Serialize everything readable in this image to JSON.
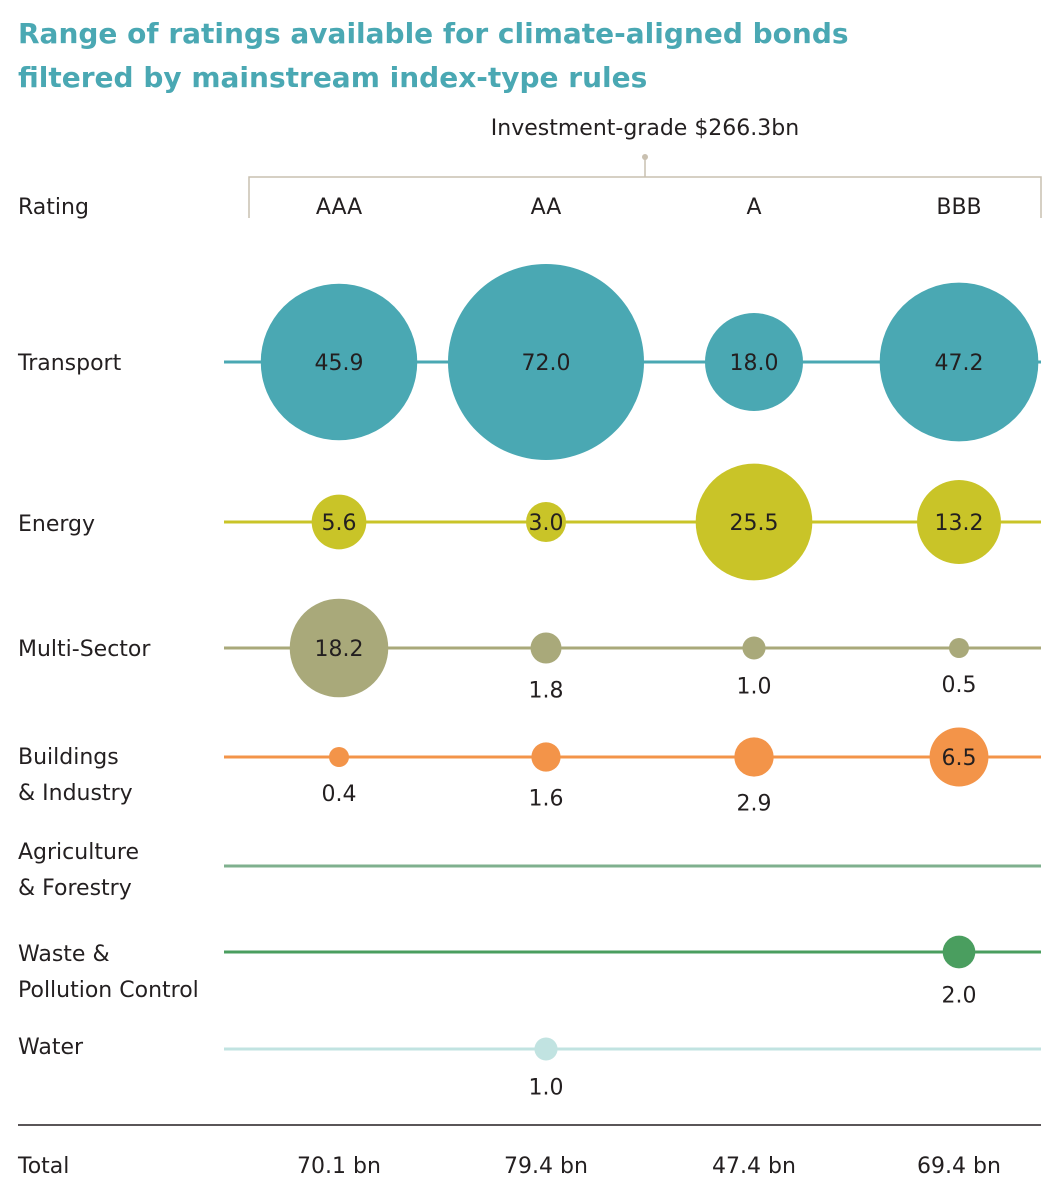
{
  "chart_data": {
    "type": "bubble",
    "title_lines": [
      "Range of ratings available for climate-aligned bonds",
      "filtered by mainstream index-type rules"
    ],
    "bracket_label": "Investment-grade $266.3bn",
    "row_header": "Rating",
    "categories": [
      "AAA",
      "AA",
      "A",
      "BBB"
    ],
    "series": [
      {
        "name": "Transport",
        "label_lines": [
          "Transport"
        ],
        "color": "#4aa8b3",
        "values": [
          45.9,
          72.0,
          18.0,
          47.2
        ],
        "value_labels": [
          "45.9",
          "72.0",
          "18.0",
          "47.2"
        ]
      },
      {
        "name": "Energy",
        "label_lines": [
          "Energy"
        ],
        "color": "#c9c428",
        "values": [
          5.6,
          3.0,
          25.5,
          13.2
        ],
        "value_labels": [
          "5.6",
          "3.0",
          "25.5",
          "13.2"
        ]
      },
      {
        "name": "Multi-Sector",
        "label_lines": [
          "Multi-Sector"
        ],
        "color": "#a9a97a",
        "values": [
          18.2,
          1.8,
          1.0,
          0.5
        ],
        "value_labels": [
          "18.2",
          "1.8",
          "1.0",
          "0.5"
        ]
      },
      {
        "name": "Buildings & Industry",
        "label_lines": [
          "Buildings",
          "& Industry"
        ],
        "color": "#f39449",
        "values": [
          0.4,
          1.6,
          2.9,
          6.5
        ],
        "value_labels": [
          "0.4",
          "1.6",
          "2.9",
          "6.5"
        ]
      },
      {
        "name": "Agriculture & Forestry",
        "label_lines": [
          "Agriculture",
          "& Forestry"
        ],
        "color": "#7fb08e",
        "values": [
          null,
          null,
          null,
          null
        ],
        "value_labels": [
          "",
          "",
          "",
          ""
        ]
      },
      {
        "name": "Waste & Pollution Control",
        "label_lines": [
          "Waste &",
          "Pollution Control"
        ],
        "color": "#4a9e5f",
        "values": [
          null,
          null,
          null,
          2.0
        ],
        "value_labels": [
          "",
          "",
          "",
          "2.0"
        ]
      },
      {
        "name": "Water",
        "label_lines": [
          "Water"
        ],
        "color": "#c1e3e1",
        "values": [
          null,
          1.0,
          null,
          null
        ],
        "value_labels": [
          "",
          "1.0",
          "",
          ""
        ]
      }
    ],
    "totals_label": "Total",
    "totals": [
      "70.1 bn",
      "79.4 bn",
      "47.4 bn",
      "69.4 bn"
    ]
  }
}
